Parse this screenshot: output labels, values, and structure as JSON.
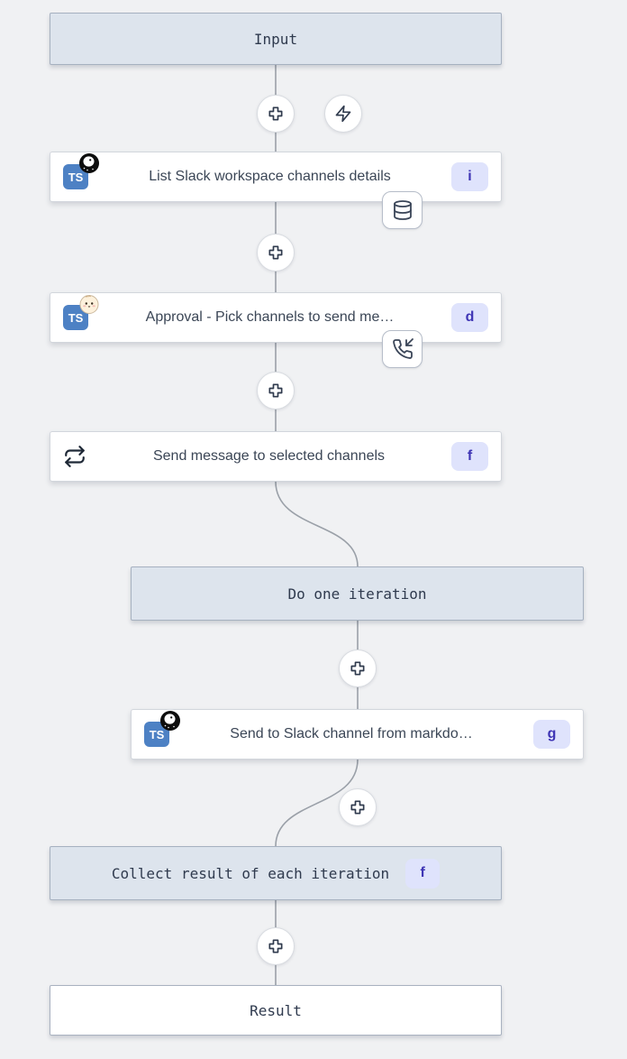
{
  "flow": {
    "input_label": "Input",
    "result_label": "Result",
    "iteration_label": "Do one iteration",
    "collect_label": "Collect result of each iteration",
    "collect_badge": "f",
    "ts_logo_text": "TS",
    "nodes": [
      {
        "title": "List Slack workspace channels details",
        "badge": "i",
        "language": "typescript",
        "runtime": "deno",
        "attachment": "cache-database"
      },
      {
        "title": "Approval - Pick channels to send me…",
        "badge": "d",
        "language": "typescript",
        "runtime": "bun",
        "attachment": "suspend-phone-incoming"
      },
      {
        "title": "Send message to selected channels",
        "badge": "f",
        "icon": "forloop-repeat"
      },
      {
        "title": "Send to Slack channel from markdo…",
        "badge": "g",
        "language": "typescript",
        "runtime": "deno"
      }
    ],
    "icons": {
      "add_step": "plus-cross-icon",
      "trigger": "zap-icon",
      "cache": "database-icon",
      "suspend": "phone-incoming-icon",
      "loop": "repeat-icon"
    }
  },
  "colors": {
    "canvas_bg": "#f0f1f3",
    "header_box_bg": "#dde4ed",
    "header_box_border": "#a6b1c0",
    "node_bg": "#ffffff",
    "node_border": "#d2d6dc",
    "badge_bg": "#dfe3fc",
    "badge_text": "#3f35b5",
    "connector": "#9aa0a8",
    "ts_blue": "#4d81c4",
    "text_dark": "#2f3a4e"
  }
}
